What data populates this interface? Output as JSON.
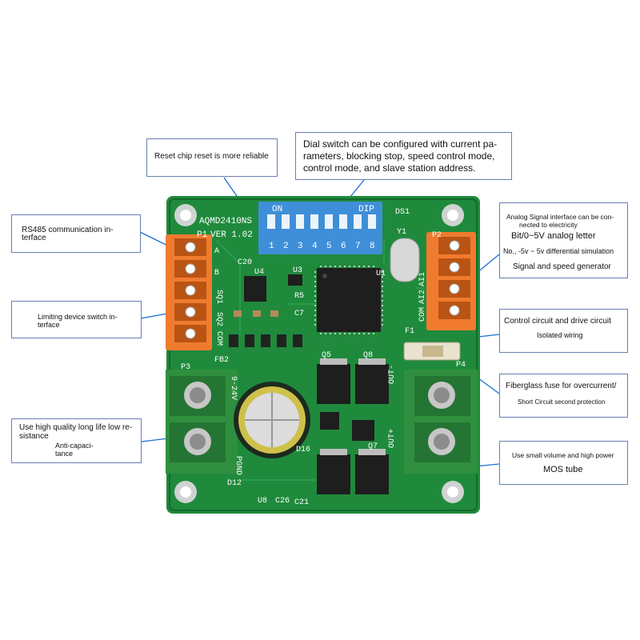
{
  "colors": {
    "pcb": "#1f8a3c",
    "pcb_dark": "#146a2c",
    "terminal_orange": "#f07b2f",
    "terminal_green": "#2f8f3e",
    "dip_blue": "#3f8fd8",
    "chip_black": "#1e1e1e",
    "callout_border": "#6a7fb0",
    "leader_line": "#1a6fd0"
  },
  "callouts": {
    "reset": {
      "text": "Reset chip reset is more reliable"
    },
    "dial": {
      "line1": "Dial switch can be configured with current pa-",
      "line2": "rameters, blocking stop, speed control mode,",
      "line3": "control mode, and slave station address."
    },
    "rs485": {
      "line1": "RS485 communication in-",
      "line2": "terface"
    },
    "limit": {
      "line1": "Limiting device switch in-",
      "line2": "terface"
    },
    "analog": {
      "line1": "Analog Signal interface can be con-",
      "line2": "nected to electricity",
      "line3": "Bit/0~5V analog letter",
      "line4": "No., -5v ~ 5v differential simulation",
      "line5": "Signal and speed generator"
    },
    "control": {
      "line1": "Control circuit and drive circuit",
      "line2": "Isolated wiring"
    },
    "fuse": {
      "line1": "Fiberglass fuse for overcurrent/",
      "line2": "Short Circuit second protection"
    },
    "capacitor": {
      "line1": "Use high quality long life low re-",
      "line2": "sistance",
      "line3": "Anti-capaci-",
      "line4": "tance"
    },
    "mos": {
      "line1": "Use small volume and high power",
      "line2": "MOS tube"
    }
  },
  "board": {
    "model": "AQMD2410NS",
    "version": "VER 1.02",
    "dip_on": "ON",
    "dip_label": "DIP",
    "dip_numbers": [
      "1",
      "2",
      "3",
      "4",
      "5",
      "6",
      "7",
      "8"
    ],
    "silk": {
      "p1": "P1",
      "p2": "P2",
      "p3": "P3",
      "p4": "P4",
      "u1": "U1",
      "u3": "U3",
      "u4": "U4",
      "u8": "U8",
      "ds1": "DS1",
      "y1": "Y1",
      "f1": "F1",
      "fb2": "FB2",
      "q5": "Q5",
      "q8": "Q8",
      "q7": "Q7",
      "d12": "D12",
      "d16": "D16",
      "c20": "C20",
      "c26": "C26",
      "c21": "C21",
      "r5": "R5",
      "c7": "C7",
      "pgnd": "PGND",
      "out_minus": "OUT-",
      "out_plus": "OUT+",
      "com": "COM",
      "ai1": "AI1",
      "ai2": "AI2",
      "a": "A",
      "b": "B",
      "sq1": "SQ1",
      "sq2": "SQ2",
      "com2": "COM",
      "vin": "9-24V"
    }
  }
}
